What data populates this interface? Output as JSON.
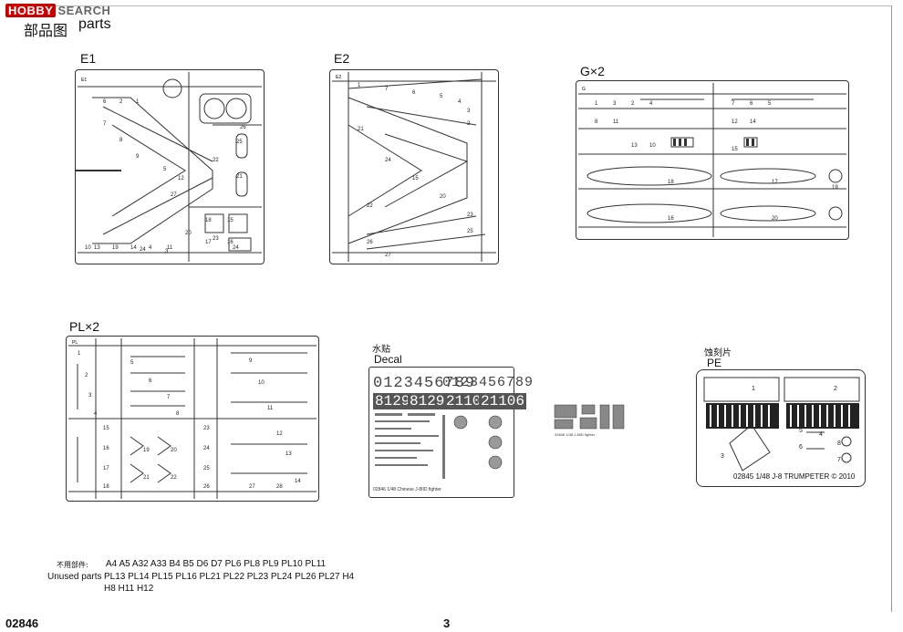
{
  "watermark": {
    "brand": "HOBBY",
    "suffix": "SEARCH"
  },
  "header": {
    "title_cn": "部品图",
    "title_en": "parts"
  },
  "sprues": {
    "e1": {
      "label": "E1",
      "tag": "E1",
      "numbers": [
        "6",
        "2",
        "1",
        "7",
        "8",
        "9",
        "5",
        "18",
        "15",
        "17",
        "16",
        "23",
        "24",
        "21",
        "25",
        "22",
        "20",
        "3",
        "13",
        "19",
        "14",
        "4",
        "11",
        "10",
        "12",
        "26",
        "27",
        "24"
      ]
    },
    "e2": {
      "label": "E2",
      "tag": "E2",
      "numbers": [
        "1",
        "7",
        "6",
        "5",
        "4",
        "3",
        "2",
        "21",
        "24",
        "15",
        "20",
        "22",
        "26",
        "23",
        "25",
        "27"
      ]
    },
    "g": {
      "label": "G×2",
      "tag": "G",
      "numbers": [
        "1",
        "3",
        "2",
        "4",
        "7",
        "6",
        "5",
        "8",
        "11",
        "12",
        "14",
        "13",
        "10",
        "15",
        "18",
        "16",
        "17",
        "20",
        "19"
      ]
    },
    "pl": {
      "label": "PL×2",
      "tag": "PL",
      "numbers": [
        "1",
        "2",
        "3",
        "4",
        "5",
        "6",
        "7",
        "8",
        "9",
        "10",
        "11",
        "12",
        "13",
        "14",
        "15",
        "16",
        "17",
        "18",
        "19",
        "20",
        "21",
        "22",
        "23",
        "24",
        "25",
        "26",
        "27",
        "28"
      ]
    }
  },
  "decal": {
    "label_cn": "水贴",
    "label_en": "Decal",
    "numbers_a": "0123456789",
    "numbers_b": "0123456789",
    "serials": [
      "81294",
      "81294",
      "21106",
      "21106"
    ],
    "caption": "02846  1/48   Chinese J-8IID fighter"
  },
  "small_decal": {
    "caption": "02846  1/48   J-8IID fighter"
  },
  "pe": {
    "label_cn": "蚀刻片",
    "label_en": "PE",
    "numbers": [
      "1",
      "2",
      "3",
      "4",
      "5",
      "6",
      "7",
      "8"
    ],
    "caption": "02845  1/48  J-8   TRUMPETER  © 2010"
  },
  "unused": {
    "label_cn": "不用部件:",
    "label_en": "Unused parts",
    "line1": "A4 A5 A32 A33 B4 B5 D6 D7 PL6 PL8 PL9 PL10 PL11",
    "line2": "PL13 PL14 PL15 PL16 PL21 PL22 PL23 PL24 PL26 PL27 H4",
    "line3": "H8 H11 H12"
  },
  "footer": {
    "code": "02846",
    "page": "3"
  }
}
